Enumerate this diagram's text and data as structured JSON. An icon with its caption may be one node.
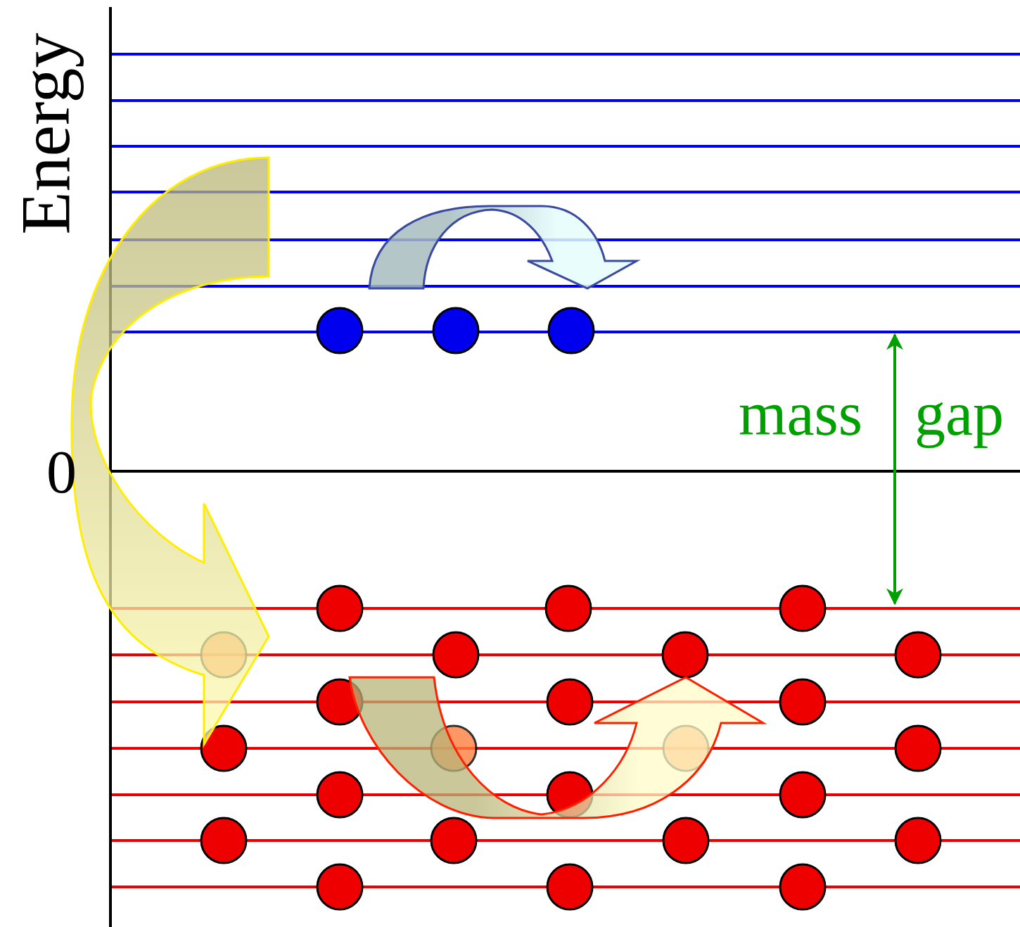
{
  "diagram": {
    "labels": [
      "Energy",
      "0",
      "mass gap"
    ]
  }
}
